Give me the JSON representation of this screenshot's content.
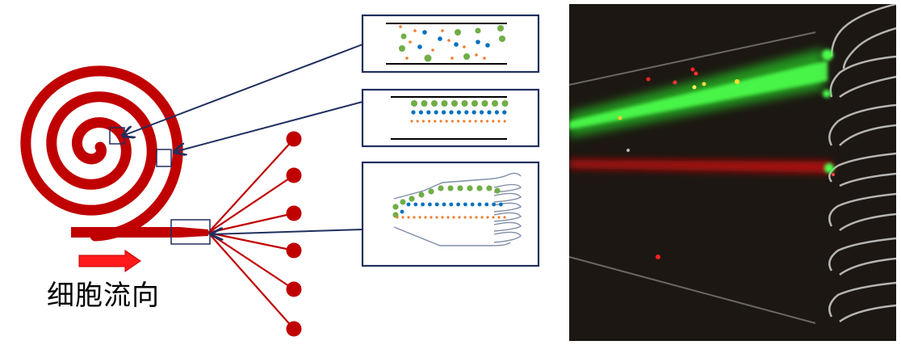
{
  "caption": "细胞流向",
  "colors": {
    "channel_red": "#c00000",
    "arrow_red": "#ff1a1a",
    "box_navy": "#1f2f5f",
    "particle_green": "#70ad47",
    "particle_blue": "#0070c0",
    "particle_orange": "#ed7d31",
    "micrograph_bg": "#1c1712",
    "fluor_green": "#33ff33",
    "fluor_red": "#cc1111"
  },
  "icons": {
    "flow_arrow": "right-arrow-icon",
    "outlet": "outlet-circle-icon"
  },
  "insets": [
    {
      "id": "inlet",
      "description_state": "random-mixture"
    },
    {
      "id": "mid",
      "description_state": "size-focused-bands"
    },
    {
      "id": "outlet",
      "description_state": "separated-streams"
    }
  ],
  "outlets_count": 6
}
